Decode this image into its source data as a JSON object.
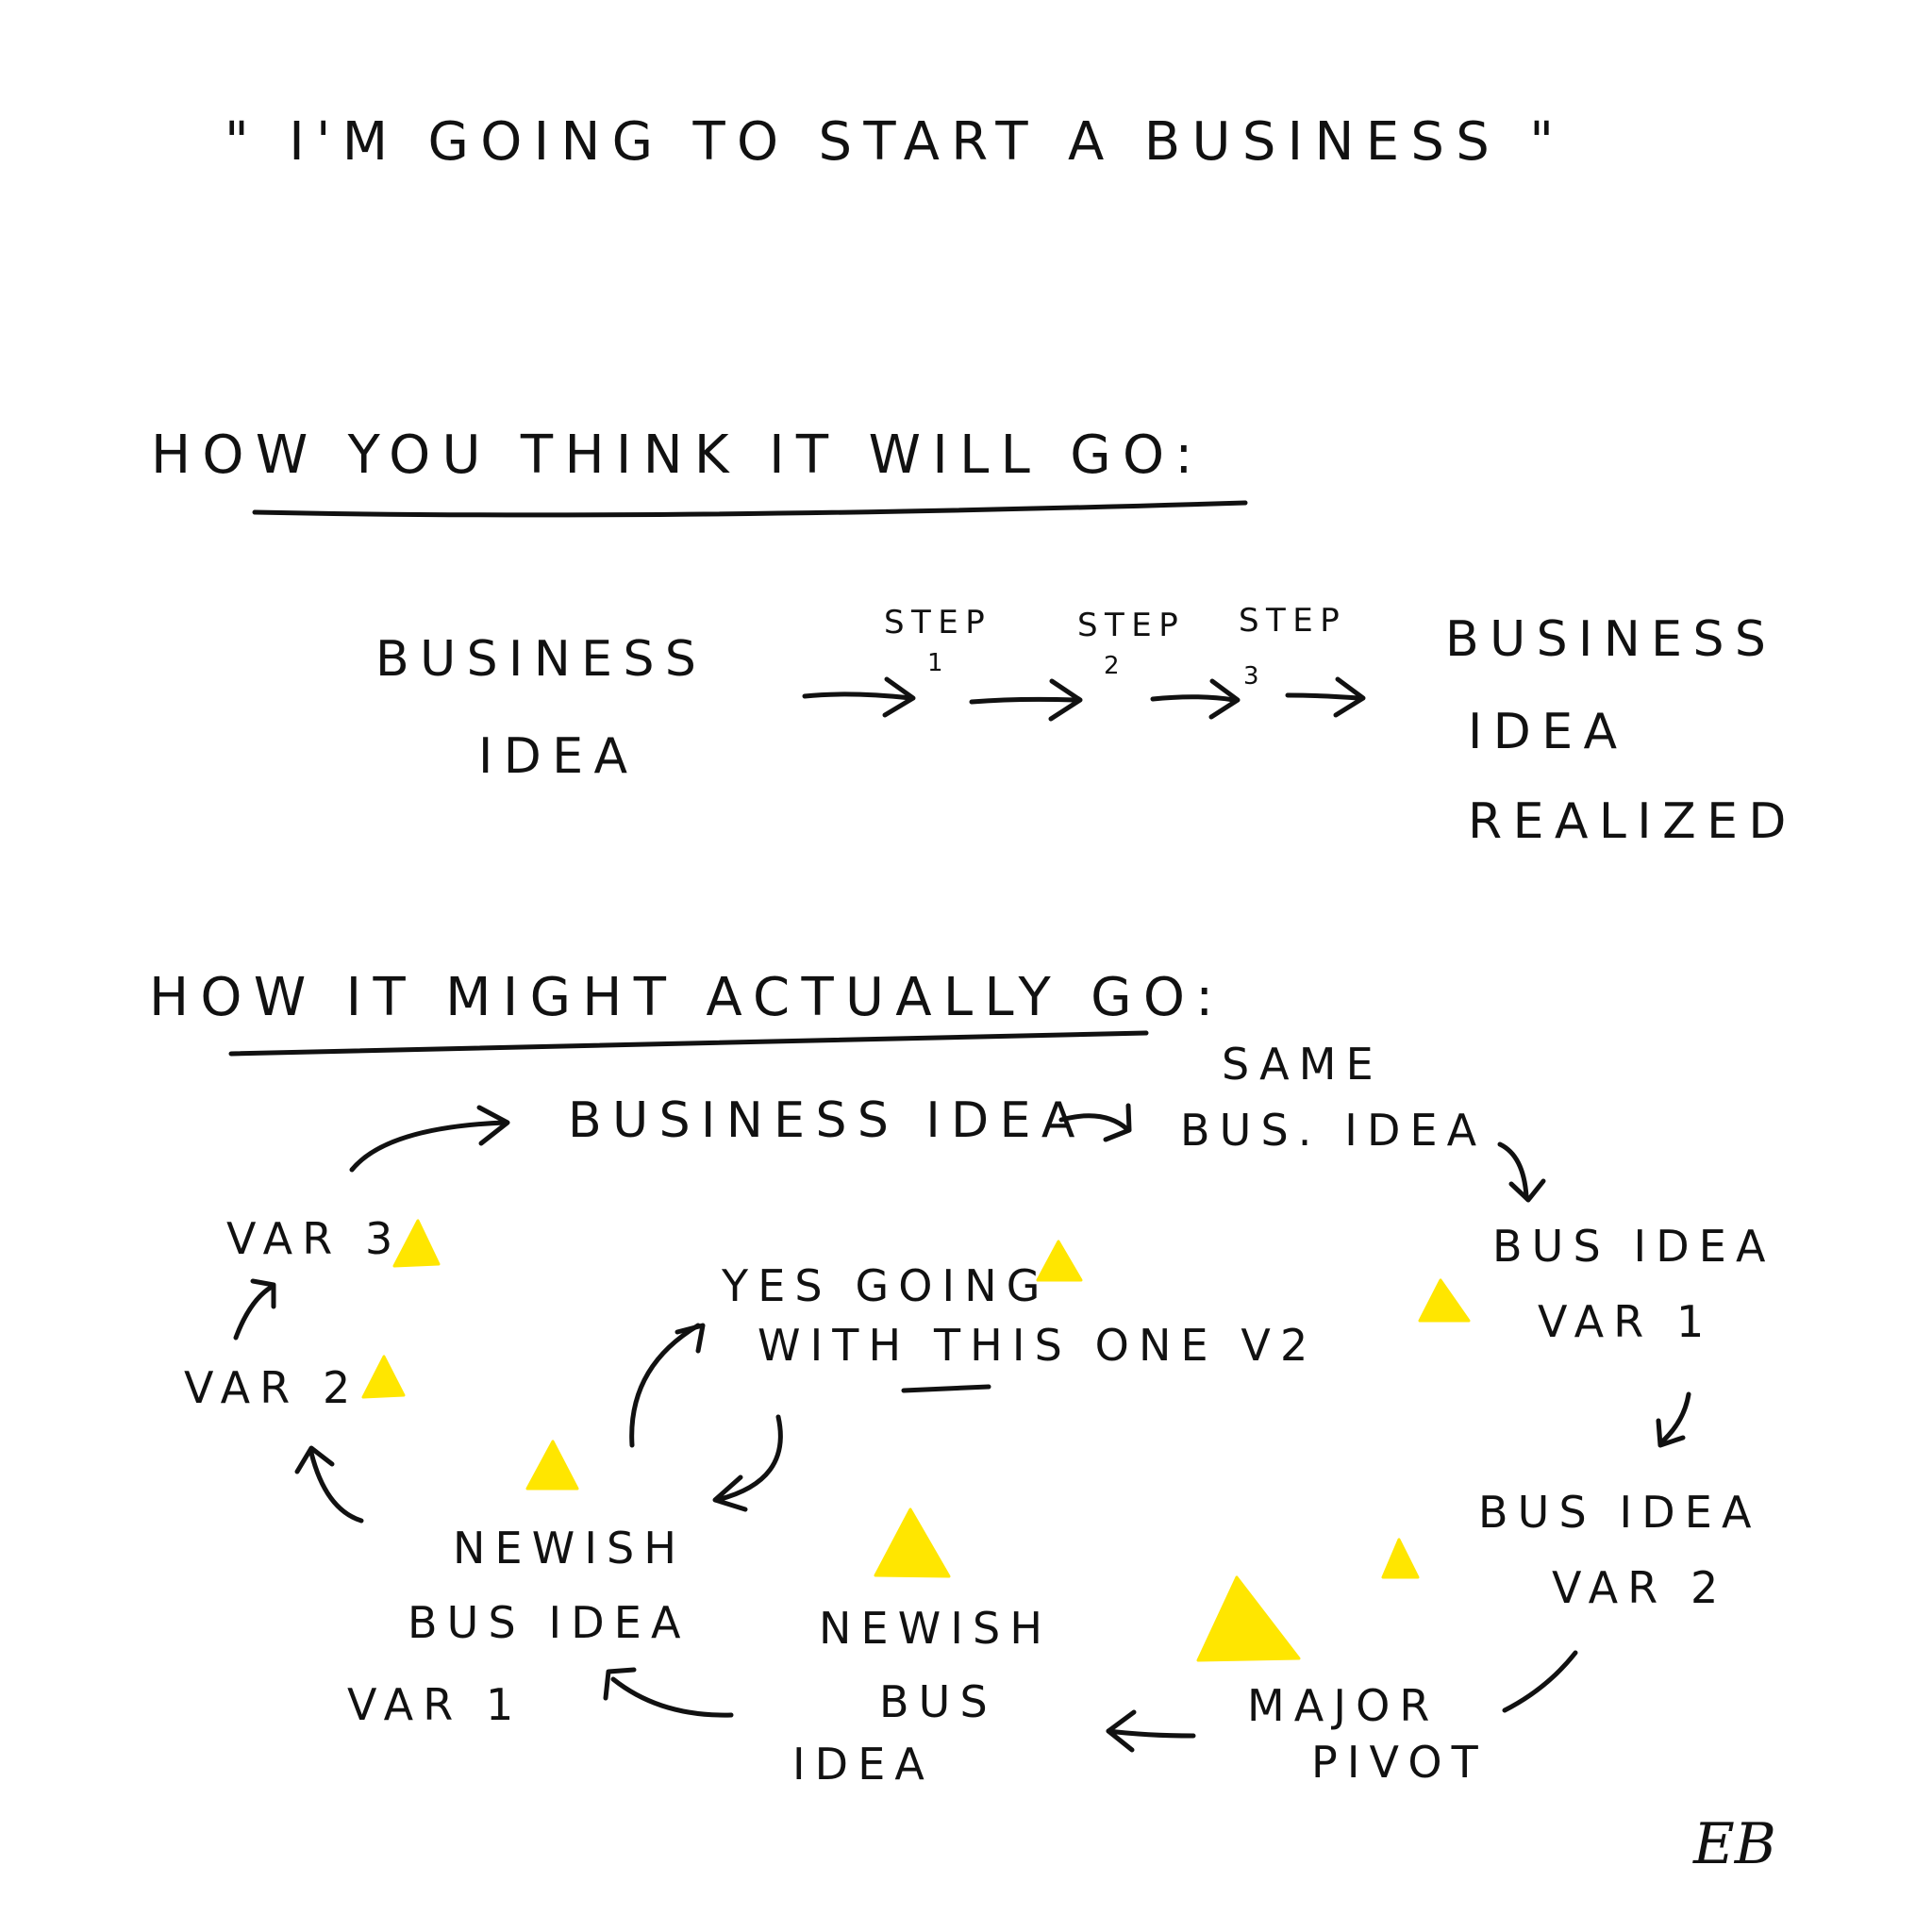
{
  "title": "\" I'M GOING TO START A BUSINESS \"",
  "plan": {
    "heading": "HOW YOU THINK IT WILL GO:",
    "start_line1": "BUSINESS",
    "start_line2": "IDEA",
    "steps": [
      {
        "label": "STEP",
        "num": "1"
      },
      {
        "label": "STEP",
        "num": "2"
      },
      {
        "label": "STEP",
        "num": "3"
      }
    ],
    "end_line1": "BUSINESS",
    "end_line2": "IDEA",
    "end_line3": "REALIZED"
  },
  "reality": {
    "heading": "HOW IT MIGHT ACTUALLY GO:",
    "business_idea": "BUSINESS IDEA",
    "same_line1": "SAME",
    "same_line2": "BUS. IDEA",
    "var1_line1": "BUS IDEA",
    "var1_line2": "VAR 1",
    "var2_line1": "BUS IDEA",
    "var2_line2": "VAR 2",
    "pivot_line1": "MAJOR",
    "pivot_line2": "PIVOT",
    "newish_line1": "NEWISH",
    "newish_line2": "BUS",
    "newish_line3": "IDEA",
    "newish_var1_line1": "NEWISH",
    "newish_var1_line2": "BUS IDEA",
    "newish_var1_line3": "VAR 1",
    "yes_line1": "YES GOING",
    "yes_line2": "WITH THIS ONE V2",
    "left_var2": "VAR 2",
    "left_var3": "VAR 3"
  },
  "colors": {
    "ink": "#111111",
    "warning_yellow": "#FFE600"
  },
  "signature": "EB"
}
